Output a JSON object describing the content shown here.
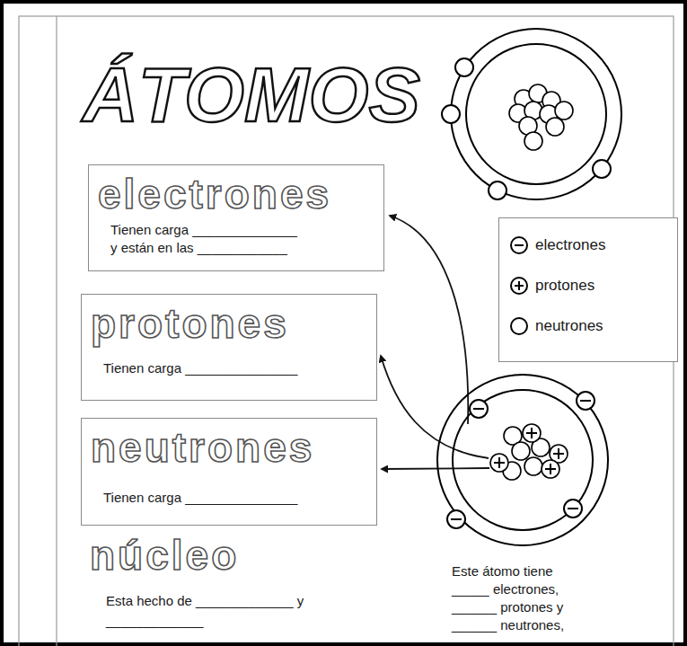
{
  "diagram": {
    "title": "ÁTOMOS",
    "nodes": [
      {
        "text": [
          "electrones",
          "Tienen carga ______________ y están en las ____________"
        ]
      },
      {
        "text": [
          "protones",
          "Tienen carga _______________"
        ]
      },
      {
        "text": [
          "neutrones",
          "Tienen carga _______________"
        ]
      }
    ],
    "labels": [
      "núcleo",
      "Esta hecho de _____________ y _____________",
      "Este átomo tiene _____ electrones, ______ protones y ______ neutrones,"
    ],
    "legend": [
      {
        "text": "electrones"
      },
      {
        "text": "protones"
      },
      {
        "text": "neutrones"
      }
    ]
  }
}
